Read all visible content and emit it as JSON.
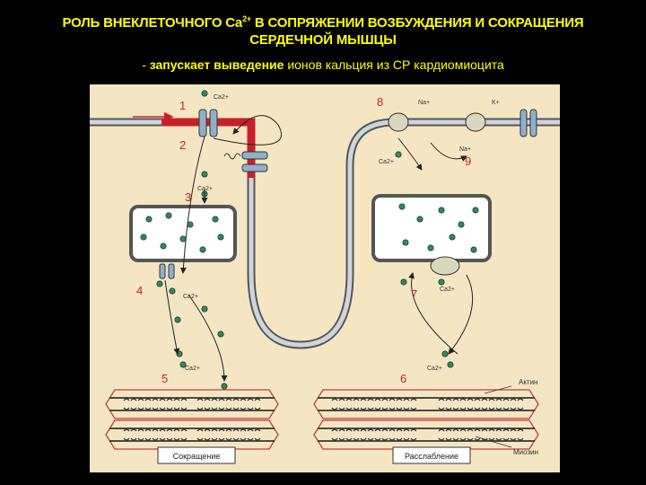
{
  "title": {
    "line1_part1": "РОЛЬ ВНЕКЛЕТОЧНОГО Ca",
    "line1_sup": "2+",
    "line1_part2": " В СОПРЯЖЕНИИ ВОЗБУЖДЕНИЯ И СОКРАЩЕНИЯ",
    "line2": "СЕРДЕЧНОЙ МЫШЦЫ"
  },
  "subtitle": {
    "prefix": "- ",
    "bold_part": "запускает выведение",
    "rest": " ионов кальция из СР кардиомиоцита"
  },
  "diagram": {
    "steps": [
      "1",
      "2",
      "3",
      "4",
      "5",
      "6",
      "7",
      "8",
      "9"
    ],
    "ion_labels": {
      "ca_top": "Ca2+",
      "ca_2": "Ca2+",
      "ca_4": "Ca2+",
      "ca_5": "Ca2+",
      "ca_6": "Ca2+",
      "ca_7": "Ca2+",
      "ca_exchanger": "Ca2+",
      "na_plus": "Na+",
      "na_minus": "Na+",
      "k_plus": "K+"
    },
    "protein_labels": {
      "actin": "Актин",
      "myosin": "Миозин"
    },
    "state_labels": {
      "contraction": "Сокращение",
      "relaxation": "Расслабление"
    },
    "colors": {
      "cell_bg": "#f5e6c3",
      "membrane": "#8a9aa6",
      "depolarized": "#c8202a",
      "step_number": "#c8202a",
      "sarcomere": "#c23d3d",
      "ca_ion": "#2e8b57",
      "channel": "#8fb0c8"
    }
  }
}
